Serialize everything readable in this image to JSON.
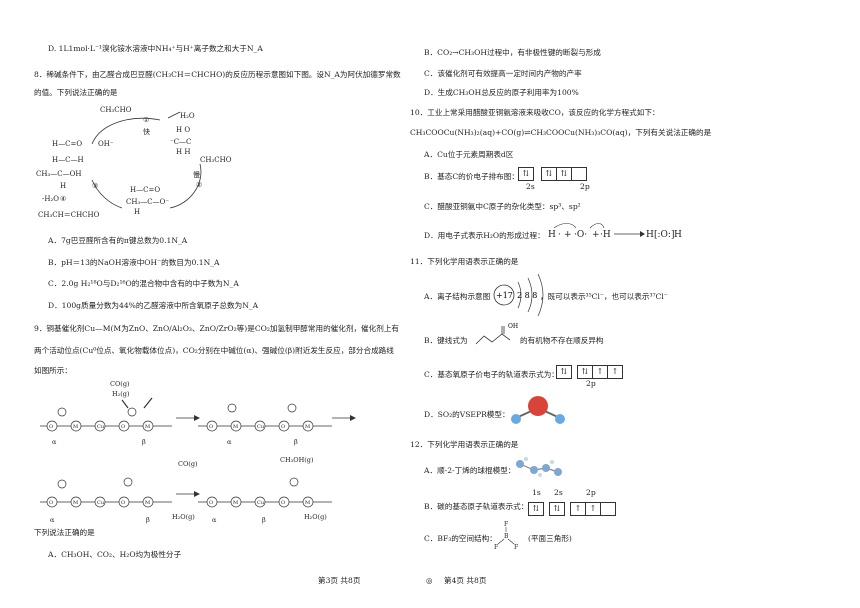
{
  "left": {
    "d7": "D. 1L1mol·L⁻¹溴化铵水溶液中NH₄⁺与H⁺离子数之和大于N_A",
    "q8_line1": "8．稀碱条件下，由乙醛合成巴豆醛(CH₃CH＝CHCHO)的反应历程示意图如下图。设N_A为阿伏加德罗常数",
    "q8_line2": "的值。下列说法正确的是",
    "q8_fig": {
      "top_label": "CH₃CHO",
      "step1": "①",
      "fast": "快",
      "h2o_top": "H₂O",
      "oh": "OH⁻",
      "ch2cho": "CH₃CHO",
      "slow": "慢",
      "step2": "②",
      "step3": "③",
      "step4": "④",
      "minus_h2o": "-H₂O",
      "product": "CH₃CH＝CHCHO"
    },
    "q8_a": "A．7g巴豆醛所含有的π键总数为0.1N_A",
    "q8_b": "B．pH＝13的NaOH溶液中OH⁻的数目为0.1N_A",
    "q8_c": "C．2.0g H₂¹⁸O与D₂¹⁶O的混合物中含有的中子数为N_A",
    "q8_d": "D．100g质量分数为44%的乙醛溶液中所含氧原子总数为N_A",
    "q9_line1": "9．铜基催化剂Cu—M(M为ZnO、ZnO/Al₂O₃、ZnO/ZrO₂等)是CO₂加氢制甲醇常用的催化剂，催化剂上有",
    "q9_line2": "两个活动位点(Cu⁰位点、氧化物载体位点)，CO₂分别在中碱位(α)、强碱位(β)附近发生反应，部分合成路线",
    "q9_line3": "如图所示：",
    "q9_fig": {
      "co_g": "CO(g)",
      "h2_g": "H₂(g)",
      "ch3oh_g": "CH₃OH(g)",
      "h2o_g1": "H₂O(g)",
      "h2o_g2": "H₂O(g)",
      "alpha": "α",
      "beta": "β"
    },
    "q9_stem": "下列说法正确的是",
    "q9_a": "A．CH₃OH、CO₂、H₂O均为极性分子"
  },
  "right": {
    "q9_b": "B．CO₂→CH₃OH过程中，有非极性键的断裂与形成",
    "q9_c": "C．该催化剂可有效提高一定时间内产物的产率",
    "q9_d": "D．生成CH₃OH总反应的原子利用率为100%",
    "q10_line1": "10．工业上常采用醋酸亚铜氨溶液来吸收CO，该反应的化学方程式如下：",
    "q10_eq": "CH₃COOCu(NH₃)₂(aq)+CO(g)⇌CH₃COOCu(NH₃)₃CO(aq)，下列有关说法正确的是",
    "q10_a": "A．Cu位于元素周期表d区",
    "q10_b": "B．基态C的价电子排布图：",
    "q10_b_2s": "2s",
    "q10_b_2p": "2p",
    "q10_c": "C．醋酸亚铜氨中C原子的杂化类型：sp³、sp²",
    "q10_d": "D．用电子式表示H₂O的形成过程：",
    "q11": "11．下列化学用语表示正确的是",
    "q11_a_pre": "A．离子结构示意图",
    "q11_a_nuc": "+17",
    "q11_a_shells": "2 8 8",
    "q11_a_post": "，既可以表示³⁵Cl⁻，也可以表示³⁷Cl⁻",
    "q11_b_pre": "B．键线式为",
    "q11_b_oh": "OH",
    "q11_b_post": "的有机物不存在顺反异构",
    "q11_c": "C．基态氧原子价电子的轨道表示式为：",
    "q11_c_2p": "2p",
    "q11_d": "D．SO₂的VSEPR模型：",
    "q12": "12．下列化学用语表示正确的是",
    "q12_a": "A．顺-2-丁烯的球棍模型：",
    "q12_b": "B．碳的基态原子轨道表示式：",
    "q12_b_1s": "1s",
    "q12_b_2s": "2s",
    "q12_b_2p": "2p",
    "q12_c": "C．BF₃的空间结构：",
    "q12_c_note": "(平面三角形)",
    "bf3_f": "F",
    "bf3_b": "B"
  },
  "footer": {
    "left_page": "第3页  共8页",
    "sep": "◎",
    "right_page": "第4页  共8页"
  }
}
